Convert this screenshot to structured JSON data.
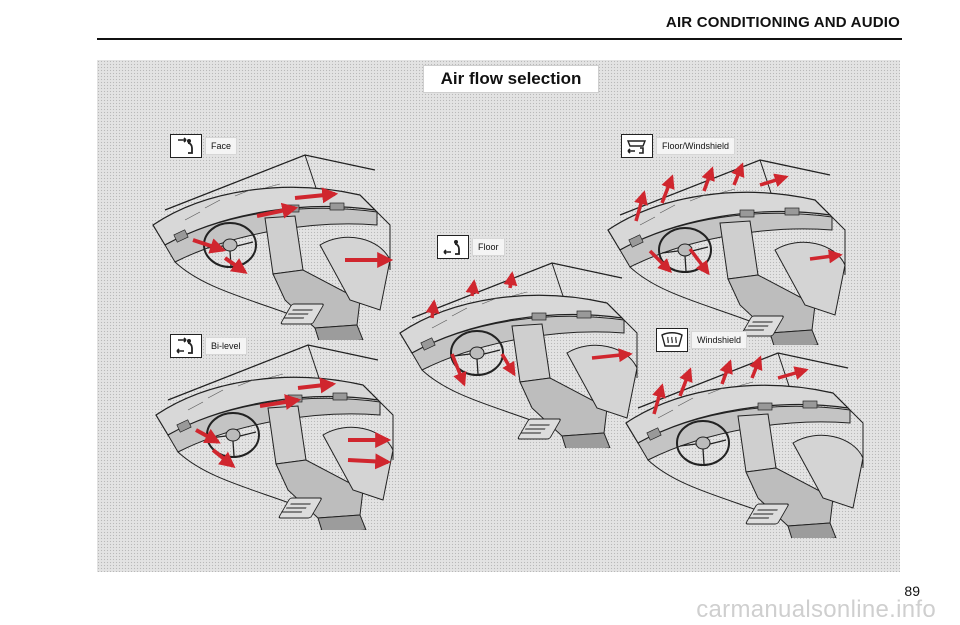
{
  "header": {
    "section_title": "AIR CONDITIONING AND AUDIO"
  },
  "figure": {
    "title": "Air flow selection",
    "modes": [
      {
        "key": "face",
        "label": "Face",
        "icon": "face-mode-icon"
      },
      {
        "key": "bilevel",
        "label": "Bi-level",
        "icon": "bilevel-mode-icon"
      },
      {
        "key": "floor",
        "label": "Floor",
        "icon": "floor-mode-icon"
      },
      {
        "key": "floor_windshield",
        "label": "Floor/Windshield",
        "icon": "floor-windshield-mode-icon"
      },
      {
        "key": "windshield",
        "label": "Windshield",
        "icon": "windshield-defrost-icon"
      }
    ]
  },
  "footer": {
    "page_number": "89",
    "watermark": "carmanualsonline.info"
  },
  "colors": {
    "arrow": "#d0262e",
    "ink": "#222222",
    "panel": "#e3e3e3"
  }
}
